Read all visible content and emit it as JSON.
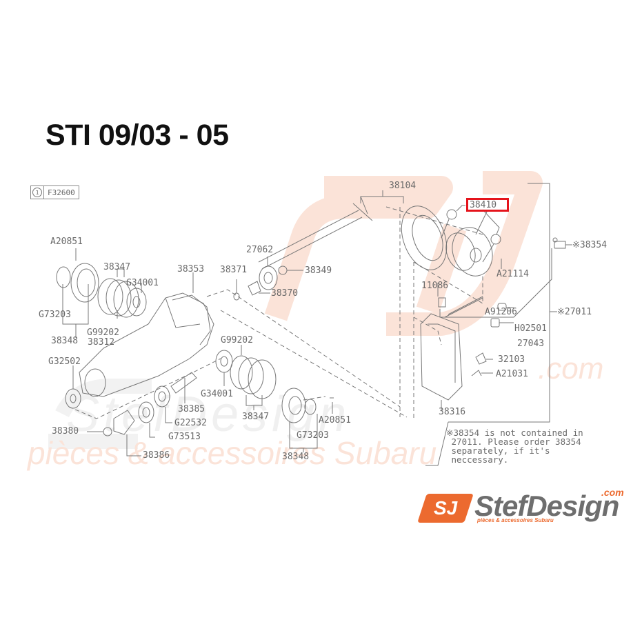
{
  "title": "STI 09/03 - 05",
  "reference": {
    "circle_num": "1",
    "code": "F32600"
  },
  "highlight": {
    "part": "38410",
    "color": "#e5141c"
  },
  "watermark": {
    "site_text": ".com",
    "brand_text": "StefDesign",
    "tagline": "pièces & accessoires Subaru",
    "color": "#fbe3d8"
  },
  "parts": [
    {
      "id": "A20851_a",
      "label": "A20851"
    },
    {
      "id": "38347_a",
      "label": "38347"
    },
    {
      "id": "G34001_a",
      "label": "G34001"
    },
    {
      "id": "G73203_a",
      "label": "G73203"
    },
    {
      "id": "G99202_a",
      "label": "G99202"
    },
    {
      "id": "38348_a",
      "label": "38348"
    },
    {
      "id": "38312",
      "label": "38312"
    },
    {
      "id": "G32502",
      "label": "G32502"
    },
    {
      "id": "38353",
      "label": "38353"
    },
    {
      "id": "38371",
      "label": "38371"
    },
    {
      "id": "27062",
      "label": "27062"
    },
    {
      "id": "38349",
      "label": "38349"
    },
    {
      "id": "38370",
      "label": "38370"
    },
    {
      "id": "38104",
      "label": "38104"
    },
    {
      "id": "38410",
      "label": "38410"
    },
    {
      "id": "A21114",
      "label": "A21114"
    },
    {
      "id": "38354",
      "label": "※38354"
    },
    {
      "id": "11086",
      "label": "11086"
    },
    {
      "id": "A91206",
      "label": "A91206"
    },
    {
      "id": "27011",
      "label": "※27011"
    },
    {
      "id": "H02501",
      "label": "H02501"
    },
    {
      "id": "27043",
      "label": "27043"
    },
    {
      "id": "32103",
      "label": "32103"
    },
    {
      "id": "A21031",
      "label": "A21031"
    },
    {
      "id": "38316",
      "label": "38316"
    },
    {
      "id": "G99202_b",
      "label": "G99202"
    },
    {
      "id": "G34001_b",
      "label": "G34001"
    },
    {
      "id": "38385",
      "label": "38385"
    },
    {
      "id": "G22532",
      "label": "G22532"
    },
    {
      "id": "38347_b",
      "label": "38347"
    },
    {
      "id": "A20851_b",
      "label": "A20851"
    },
    {
      "id": "G73203_b",
      "label": "G73203"
    },
    {
      "id": "38348_b",
      "label": "38348"
    },
    {
      "id": "38380",
      "label": "38380"
    },
    {
      "id": "G73513",
      "label": "G73513"
    },
    {
      "id": "38386",
      "label": "38386"
    }
  ],
  "note": "※38354 is not contained in\n 27011. Please order 38354\n separately, if it's\n neccessary.",
  "logo": {
    "badge": "SJ",
    "name": "StefDesign",
    "domain": ".com",
    "tagline": "pièces & accessoires Subaru",
    "accent_color": "#ec6a2f",
    "name_color": "#6e6e6e"
  }
}
